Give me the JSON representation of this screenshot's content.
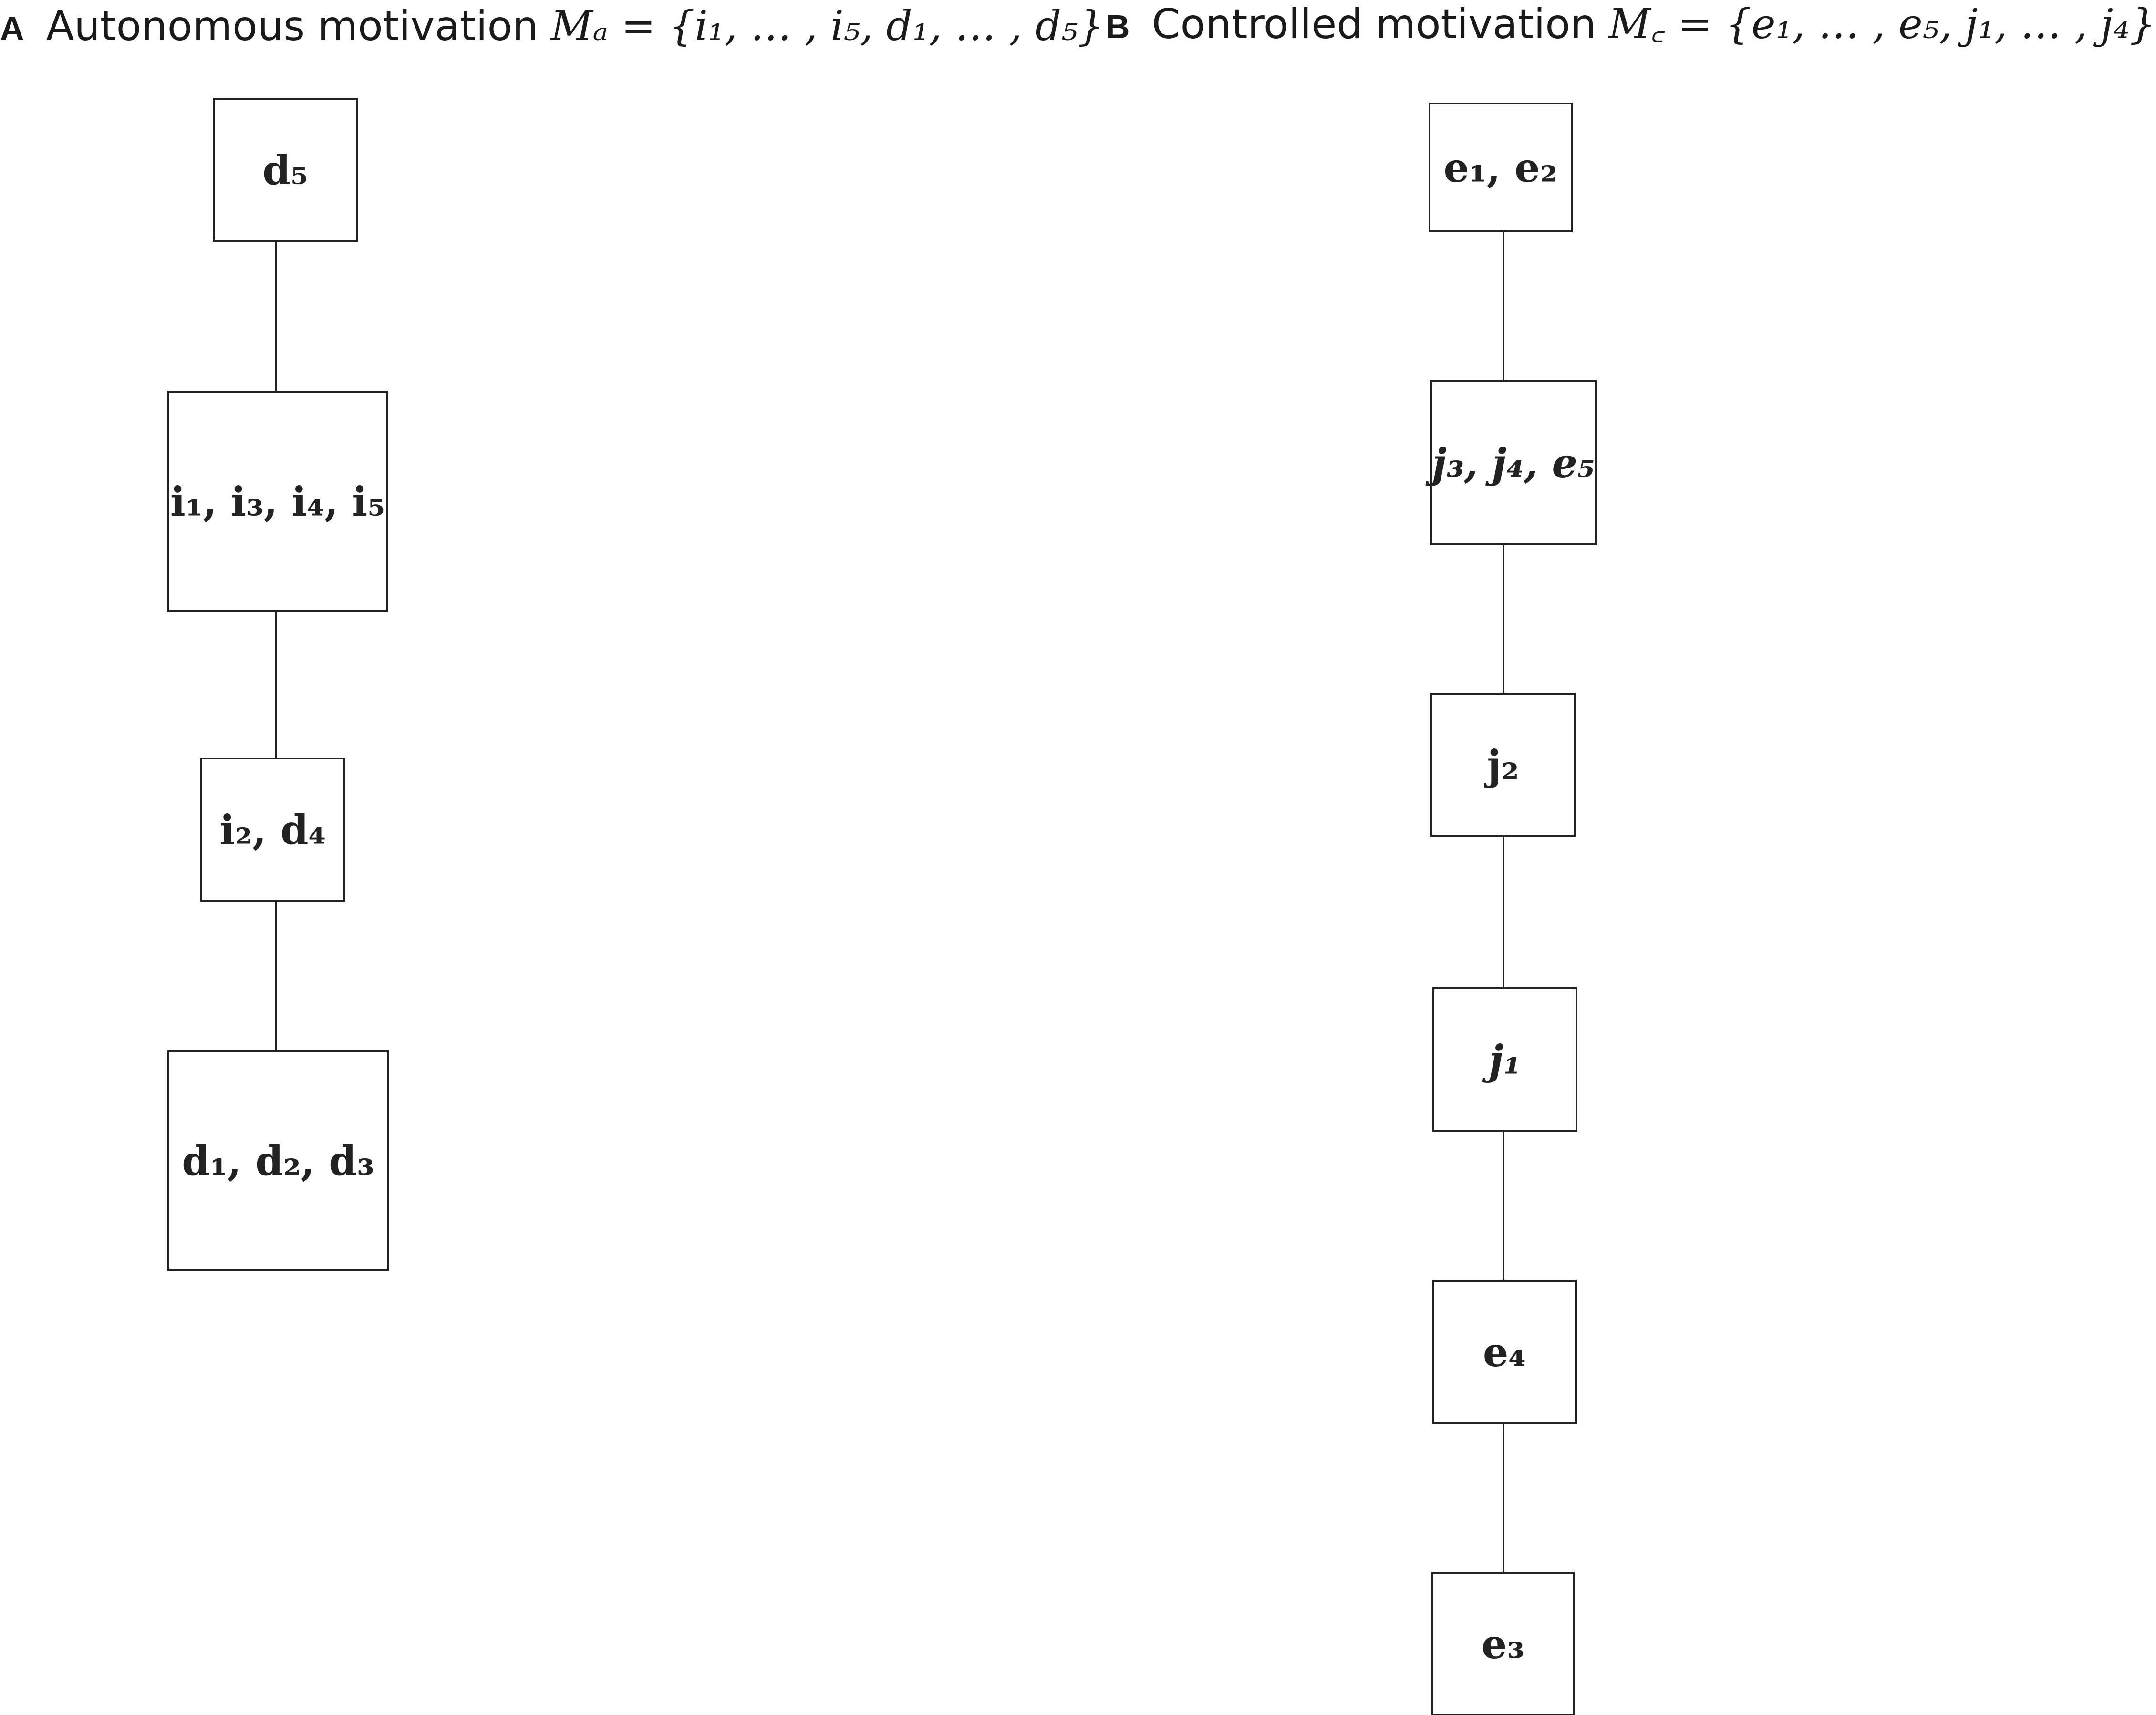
{
  "panels": [
    {
      "id": "A",
      "letter": "A",
      "title": "Autonomous motivation",
      "set_expression": "Mₐ = {i₁, … , i₅, d₁, … , d₅}",
      "nodes": [
        {
          "id": "a1",
          "label": "d₅",
          "italic": false
        },
        {
          "id": "a2",
          "label": "i₁, i₃, i₄, i₅",
          "italic": false
        },
        {
          "id": "a3",
          "label": "i₂, d₄",
          "italic": false
        },
        {
          "id": "a4",
          "label": "d₁, d₂, d₃",
          "italic": false
        }
      ],
      "edges": [
        [
          "a1",
          "a2"
        ],
        [
          "a2",
          "a3"
        ],
        [
          "a3",
          "a4"
        ]
      ]
    },
    {
      "id": "B",
      "letter": "B",
      "title": "Controlled motivation",
      "set_expression": "M꜀ = {e₁, … , e₅, j₁, … , j₄}",
      "nodes": [
        {
          "id": "b1",
          "label": "e₁, e₂",
          "italic": false
        },
        {
          "id": "b2",
          "label": "j₃, j₄, e₅",
          "italic": true
        },
        {
          "id": "b3",
          "label": "j₂",
          "italic": false
        },
        {
          "id": "b4",
          "label": "j₁",
          "italic": true
        },
        {
          "id": "b5",
          "label": "e₄",
          "italic": false
        },
        {
          "id": "b6",
          "label": "e₃",
          "italic": false
        }
      ],
      "edges": [
        [
          "b1",
          "b2"
        ],
        [
          "b2",
          "b3"
        ],
        [
          "b3",
          "b4"
        ],
        [
          "b4",
          "b5"
        ],
        [
          "b5",
          "b6"
        ]
      ]
    }
  ],
  "colors": {
    "stroke": "#222222",
    "text": "#222222",
    "background": "#ffffff"
  }
}
